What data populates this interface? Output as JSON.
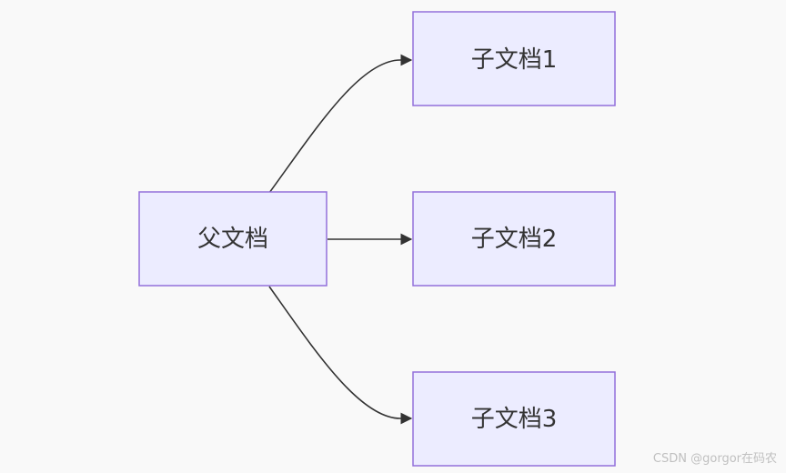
{
  "diagram": {
    "nodes": {
      "parent": "父文档",
      "child1": "子文档1",
      "child2": "子文档2",
      "child3": "子文档3"
    },
    "colors": {
      "node_fill": "#ececff",
      "node_stroke": "#9370db",
      "edge": "#333333",
      "background": "#f9f9f9"
    }
  },
  "watermark": "CSDN @gorgor在码农"
}
